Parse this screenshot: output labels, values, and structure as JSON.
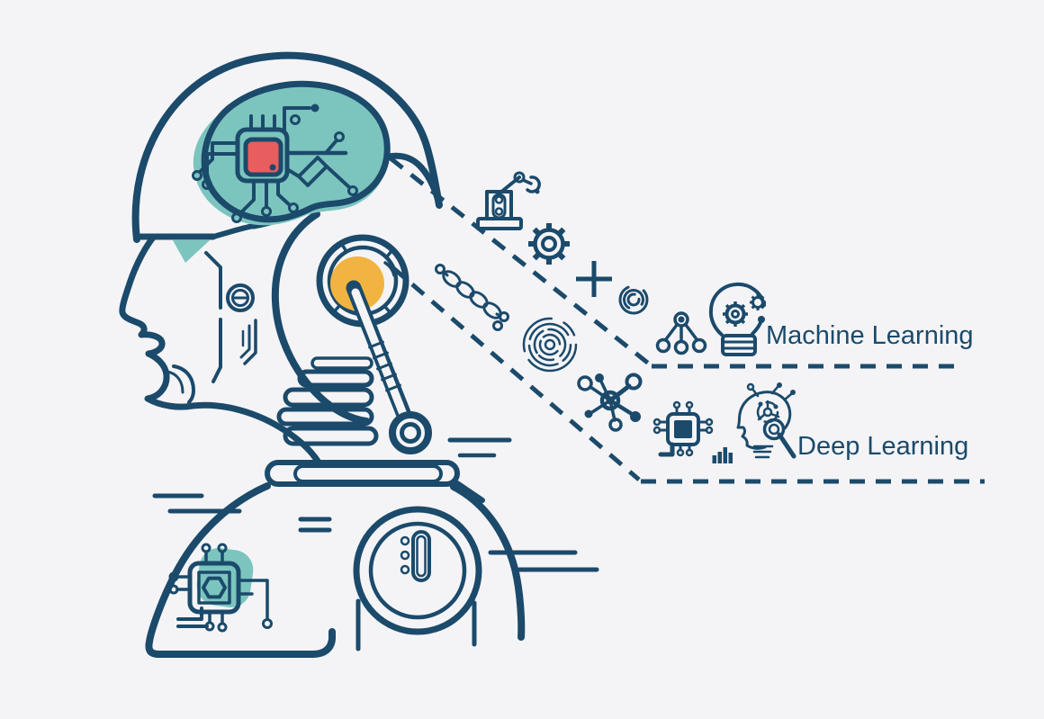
{
  "labels": {
    "machine_learning": "Machine Learning",
    "deep_learning": "Deep Learning"
  },
  "colors": {
    "navy": "#1b4a6b",
    "teal": "#7cc5bf",
    "orange": "#f2b440",
    "red": "#e85d5d",
    "bg": "#f4f4f6"
  },
  "branches": [
    {
      "label": "Machine Learning",
      "icons": [
        "robot-arm-icon",
        "gear-icon",
        "dna-icon",
        "fingerprint-icon",
        "plus-icon",
        "spiral-icon",
        "decision-tree-icon",
        "lightbulb-gears-icon"
      ]
    },
    {
      "label": "Deep Learning",
      "icons": [
        "molecule-network-icon",
        "microchip-icon",
        "bar-chart-icon",
        "ai-head-icon"
      ]
    }
  ],
  "figure": {
    "subject": "robot head profile with circuit-board brain",
    "details": [
      "circuit-brain",
      "ear-port",
      "hose-joint",
      "neck-segments",
      "collar",
      "chest-dial",
      "shoulder-chip"
    ]
  }
}
